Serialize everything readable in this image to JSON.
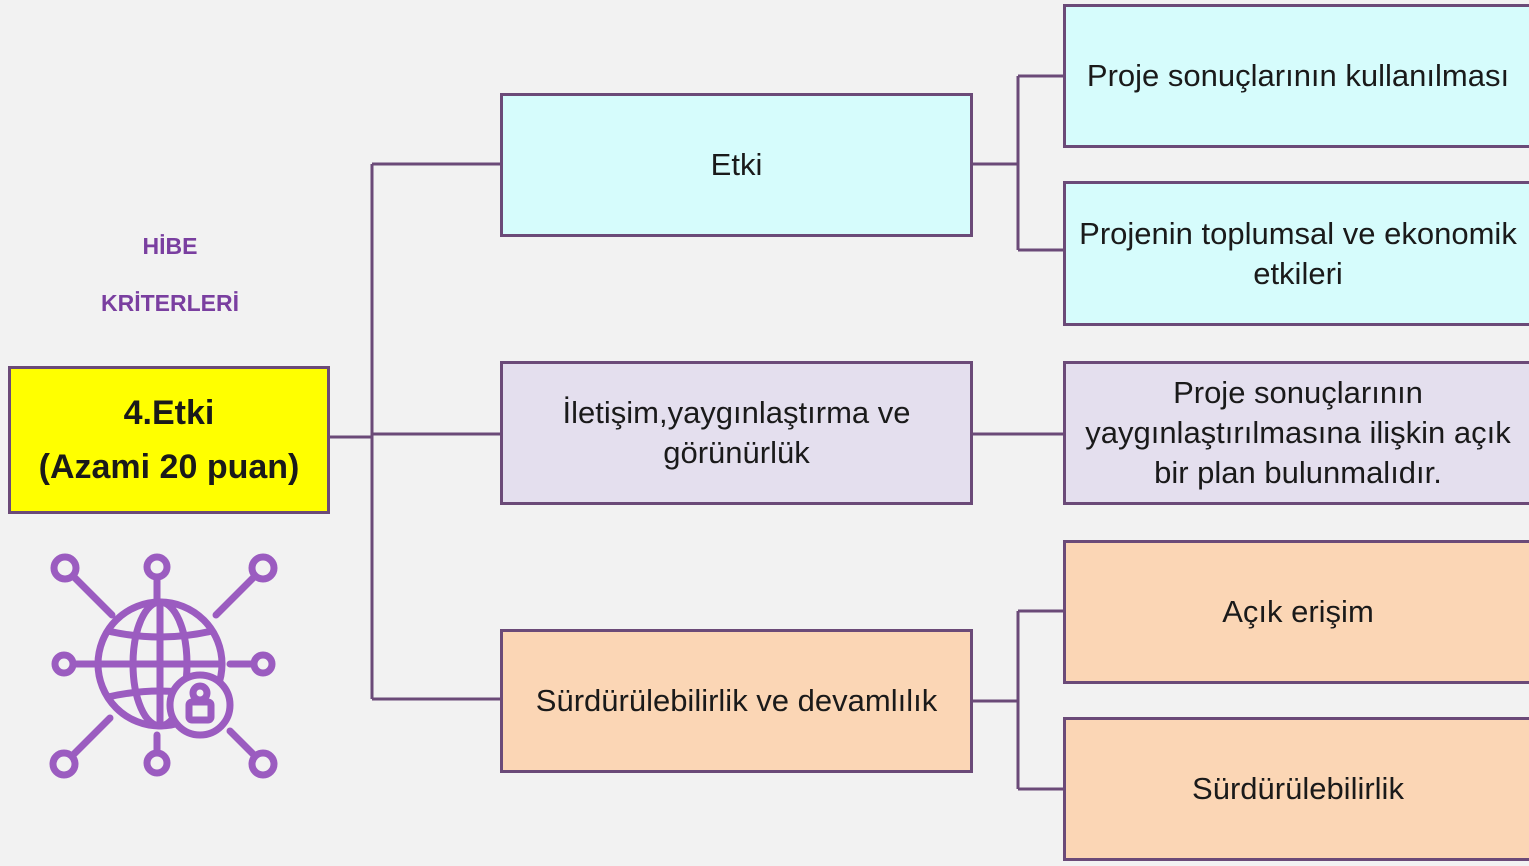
{
  "header": {
    "label_line1": "HİBE",
    "label_line2": "KRİTERLERİ"
  },
  "root": {
    "line1": "4.Etki",
    "line2": "(Azami 20 puan)",
    "fill_color": "#ffff00"
  },
  "icon": {
    "name": "network-globe-lock-icon",
    "color": "#9b5cc0"
  },
  "categories": [
    {
      "label": "Etki",
      "color": "#d6fcfc",
      "items": [
        "Proje sonuçlarının kullanılması",
        "Projenin toplumsal ve ekonomik etkileri"
      ]
    },
    {
      "label": "İletişim,yaygınlaştırma ve görünürlük",
      "color": "#e4dfee",
      "items": [
        "Proje sonuçlarının yaygınlaştırılmasına ilişkin açık bir plan bulunmalıdır."
      ]
    },
    {
      "label": "Sürdürülebilirlik ve devamlılık",
      "color": "#fbd6b5",
      "items": [
        "Açık erişim",
        "Sürdürülebilirlik"
      ]
    }
  ],
  "border_color": "#6b4a78"
}
